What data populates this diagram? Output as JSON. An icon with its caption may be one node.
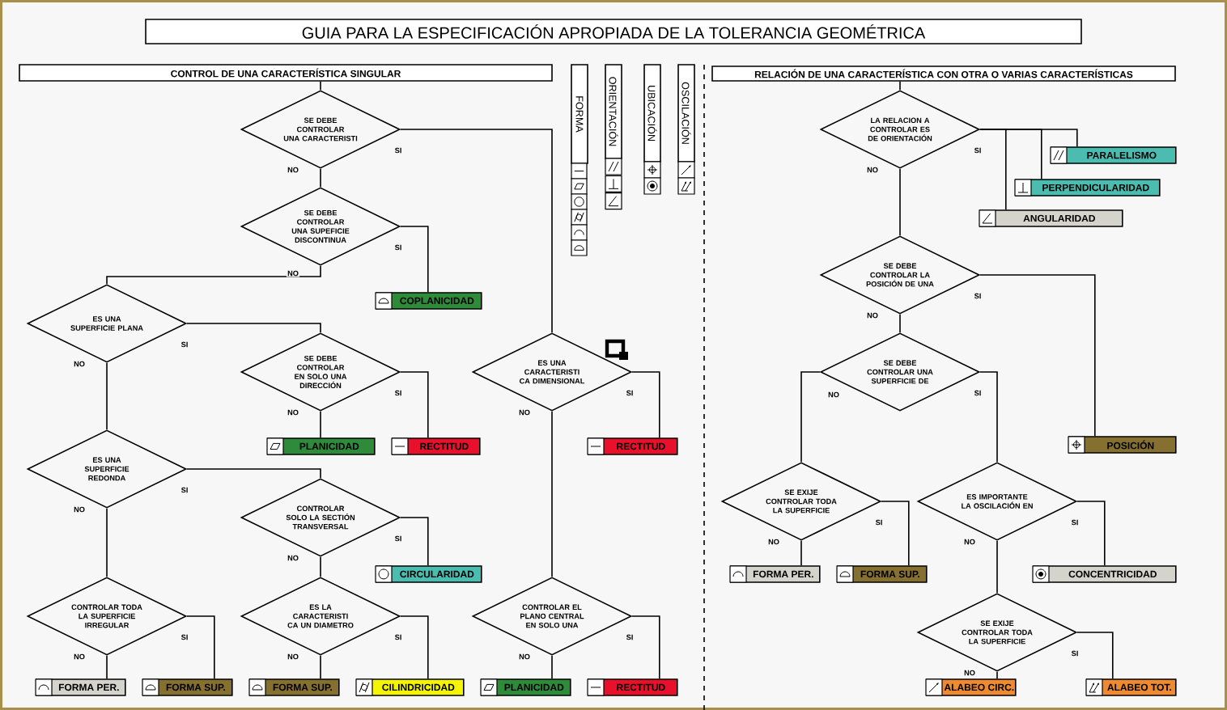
{
  "diagram": {
    "title": "GUIA PARA LA ESPECIFICACIÓN APROPIADA DE LA TOLERANCIA GEOMÉTRICA",
    "nodes": [
      {
        "text": [
          "CONTROL DE UNA CARACTERÍSTICA SINGULAR"
        ]
      },
      {
        "text": [
          "FORMA"
        ]
      },
      {
        "text": [
          "ORIENTACIÓN"
        ]
      },
      {
        "text": [
          "UBICACIÓN"
        ]
      },
      {
        "text": [
          "OSCILACIÓN"
        ]
      },
      {
        "text": [
          "RELACIÓN DE UNA CARACTERÍSTICA CON OTRA O VARIAS CARACTERÍSTICAS"
        ]
      },
      {
        "text": [
          "SE DEBE CONTROLAR UNA CARACTERISTI"
        ]
      },
      {
        "text": [
          "LA RELACION A CONTROLAR ES DE ORIENTACIÓN"
        ]
      },
      {
        "text": [
          "PARALELISMO"
        ]
      },
      {
        "text": [
          "PERPENDICULARIDAD"
        ]
      },
      {
        "text": [
          "ANGULARIDAD"
        ]
      },
      {
        "text": [
          "SE DEBE CONTROLAR UNA SUPEFICIE DISCONTINUA"
        ]
      },
      {
        "text": [
          "SE DEBE CONTROLAR LA POSICIÓN DE UNA"
        ]
      },
      {
        "text": [
          "COPLANICIDAD"
        ]
      },
      {
        "text": [
          "ES UNA SUPERFICIE PLANA"
        ]
      },
      {
        "text": [
          "SE DEBE CONTROLAR EN SOLO UNA DIRECCIÓN"
        ]
      },
      {
        "text": [
          "ES UNA CARACTERISTI CA DIMENSIONAL"
        ]
      },
      {
        "text": [
          "SE DEBE CONTROLAR UNA SUPERFICIE DE"
        ]
      },
      {
        "text": [
          "PLANICIDAD"
        ]
      },
      {
        "text": [
          "RECTITUD"
        ]
      },
      {
        "text": [
          "RECTITUD"
        ]
      },
      {
        "text": [
          "POSICIÓN"
        ]
      },
      {
        "text": [
          "ES UNA SUPERFICIE REDONDA"
        ]
      },
      {
        "text": [
          "CONTROLAR SOLO LA SECTIÓN TRANSVERSAL"
        ]
      },
      {
        "text": [
          "SE EXIJE CONTROLAR TODA LA SUPERFICIE"
        ]
      },
      {
        "text": [
          "ES IMPORTANTE LA OSCILACIÓN EN"
        ]
      },
      {
        "text": [
          "CIRCULARIDAD"
        ]
      },
      {
        "text": [
          "FORMA PER."
        ]
      },
      {
        "text": [
          "FORMA SUP."
        ]
      },
      {
        "text": [
          "CONCENTRICIDAD"
        ]
      },
      {
        "text": [
          "CONTROLAR TODA LA SUPERFICIE IRREGULAR"
        ]
      },
      {
        "text": [
          "ES LA CARACTERISTI CA UN DIAMETRO"
        ]
      },
      {
        "text": [
          "CONTROLAR EL PLANO CENTRAL EN SOLO UNA"
        ]
      },
      {
        "text": [
          "SE EXIJE CONTROLAR TODA LA SUPERFICIE"
        ]
      },
      {
        "text": [
          "FORMA PER."
        ]
      },
      {
        "text": [
          "FORMA SUP."
        ]
      },
      {
        "text": [
          "FORMA SUP."
        ]
      },
      {
        "text": [
          "CILINDRICIDAD"
        ]
      },
      {
        "text": [
          "PLANICIDAD"
        ]
      },
      {
        "text": [
          "RECTITUD"
        ]
      },
      {
        "text": [
          "ALABEO CIRC."
        ]
      },
      {
        "text": [
          "ALABEO TOT."
        ]
      }
    ],
    "edges": [
      {
        "from": 0,
        "to": 6,
        "arrow": "none"
      },
      {
        "from": 5,
        "to": 7,
        "arrow": "none"
      },
      {
        "from": 6,
        "to": 16,
        "arrow": "none",
        "label": "SI"
      },
      {
        "from": 6,
        "to": 11,
        "arrow": "none",
        "label": "NO"
      },
      {
        "from": 7,
        "to": 8,
        "arrow": "none",
        "label": "SI"
      },
      {
        "from": 7,
        "to": 9,
        "arrow": "none"
      },
      {
        "from": 7,
        "to": 10,
        "arrow": "none"
      },
      {
        "from": 7,
        "to": 12,
        "arrow": "none",
        "label": "NO"
      },
      {
        "from": 11,
        "to": 13,
        "arrow": "none",
        "label": "SI"
      },
      {
        "from": 11,
        "to": 14,
        "arrow": "none",
        "label": "NO"
      },
      {
        "from": 12,
        "to": 21,
        "arrow": "none",
        "label": "SI"
      },
      {
        "from": 12,
        "to": 17,
        "arrow": "none",
        "label": "NO"
      },
      {
        "from": 14,
        "to": 15,
        "arrow": "none",
        "label": "SI"
      },
      {
        "from": 14,
        "to": 22,
        "arrow": "none",
        "label": "NO"
      },
      {
        "from": 15,
        "to": 18,
        "arrow": "none",
        "label": "NO"
      },
      {
        "from": 15,
        "to": 19,
        "arrow": "none",
        "label": "SI"
      },
      {
        "from": 16,
        "to": 20,
        "arrow": "none",
        "label": "SI"
      },
      {
        "from": 16,
        "to": 32,
        "arrow": "none",
        "label": "NO"
      },
      {
        "from": 17,
        "to": 24,
        "arrow": "none",
        "label": "NO"
      },
      {
        "from": 17,
        "to": 25,
        "arrow": "none",
        "label": "SI"
      },
      {
        "from": 22,
        "to": 23,
        "arrow": "none",
        "label": "SI"
      },
      {
        "from": 22,
        "to": 30,
        "arrow": "none",
        "label": "NO"
      },
      {
        "from": 23,
        "to": 26,
        "arrow": "none",
        "label": "SI"
      },
      {
        "from": 23,
        "to": 31,
        "arrow": "none",
        "label": "NO"
      },
      {
        "from": 24,
        "to": 27,
        "arrow": "none",
        "label": "NO"
      },
      {
        "from": 24,
        "to": 28,
        "arrow": "none",
        "label": "SI"
      },
      {
        "from": 25,
        "to": 29,
        "arrow": "none",
        "label": "SI"
      },
      {
        "from": 25,
        "to": 33,
        "arrow": "none",
        "label": "NO"
      },
      {
        "from": 30,
        "to": 34,
        "arrow": "none",
        "label": "NO"
      },
      {
        "from": 30,
        "to": 35,
        "arrow": "none",
        "label": "SI"
      },
      {
        "from": 31,
        "to": 36,
        "arrow": "none",
        "label": "NO"
      },
      {
        "from": 31,
        "to": 37,
        "arrow": "none",
        "label": "SI"
      },
      {
        "from": 32,
        "to": 38,
        "arrow": "none",
        "label": "NO"
      },
      {
        "from": 32,
        "to": 39,
        "arrow": "none",
        "label": "SI"
      },
      {
        "from": 33,
        "to": 40,
        "arrow": "none",
        "label": "NO"
      },
      {
        "from": 33,
        "to": 41,
        "arrow": "none",
        "label": "SI"
      }
    ]
  }
}
